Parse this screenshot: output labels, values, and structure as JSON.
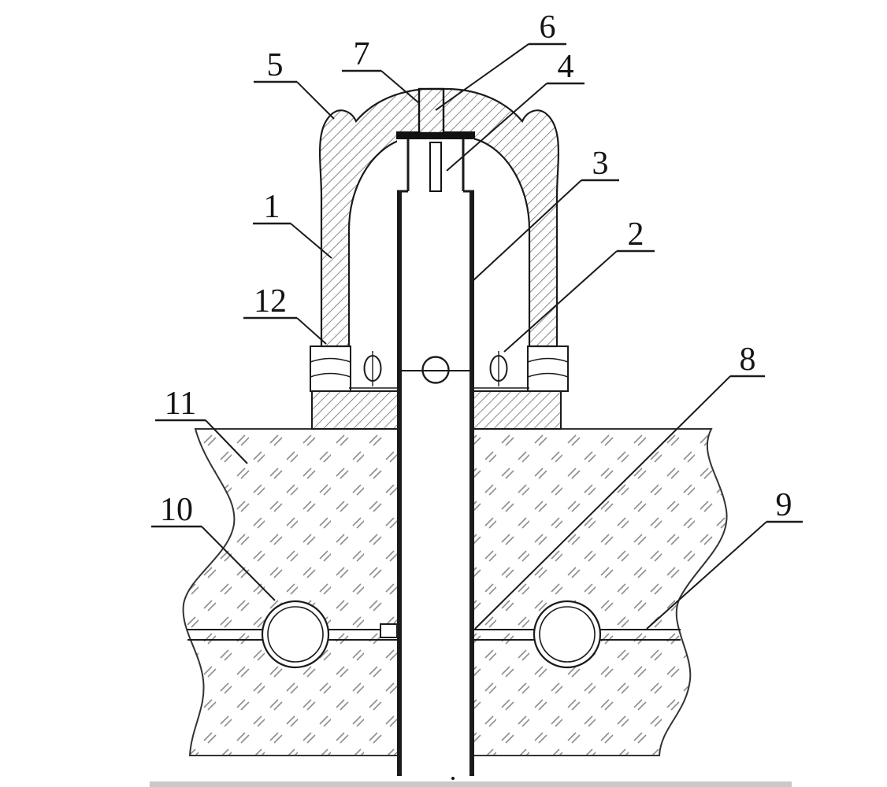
{
  "figure": {
    "type": "patent-style cross-section diagram",
    "callouts": [
      {
        "id": "1",
        "label": "1"
      },
      {
        "id": "2",
        "label": "2"
      },
      {
        "id": "3",
        "label": "3"
      },
      {
        "id": "4",
        "label": "4"
      },
      {
        "id": "5",
        "label": "5"
      },
      {
        "id": "6",
        "label": "6"
      },
      {
        "id": "7",
        "label": "7"
      },
      {
        "id": "8",
        "label": "8"
      },
      {
        "id": "9",
        "label": "9"
      },
      {
        "id": "10",
        "label": "10"
      },
      {
        "id": "11",
        "label": "11"
      },
      {
        "id": "12",
        "label": "12"
      }
    ],
    "colors": {
      "line": "#1b1b1b",
      "metal_hatch": "#5a5a5a",
      "ground_hatch": "#8f8f8f",
      "background": "#ffffff"
    }
  }
}
